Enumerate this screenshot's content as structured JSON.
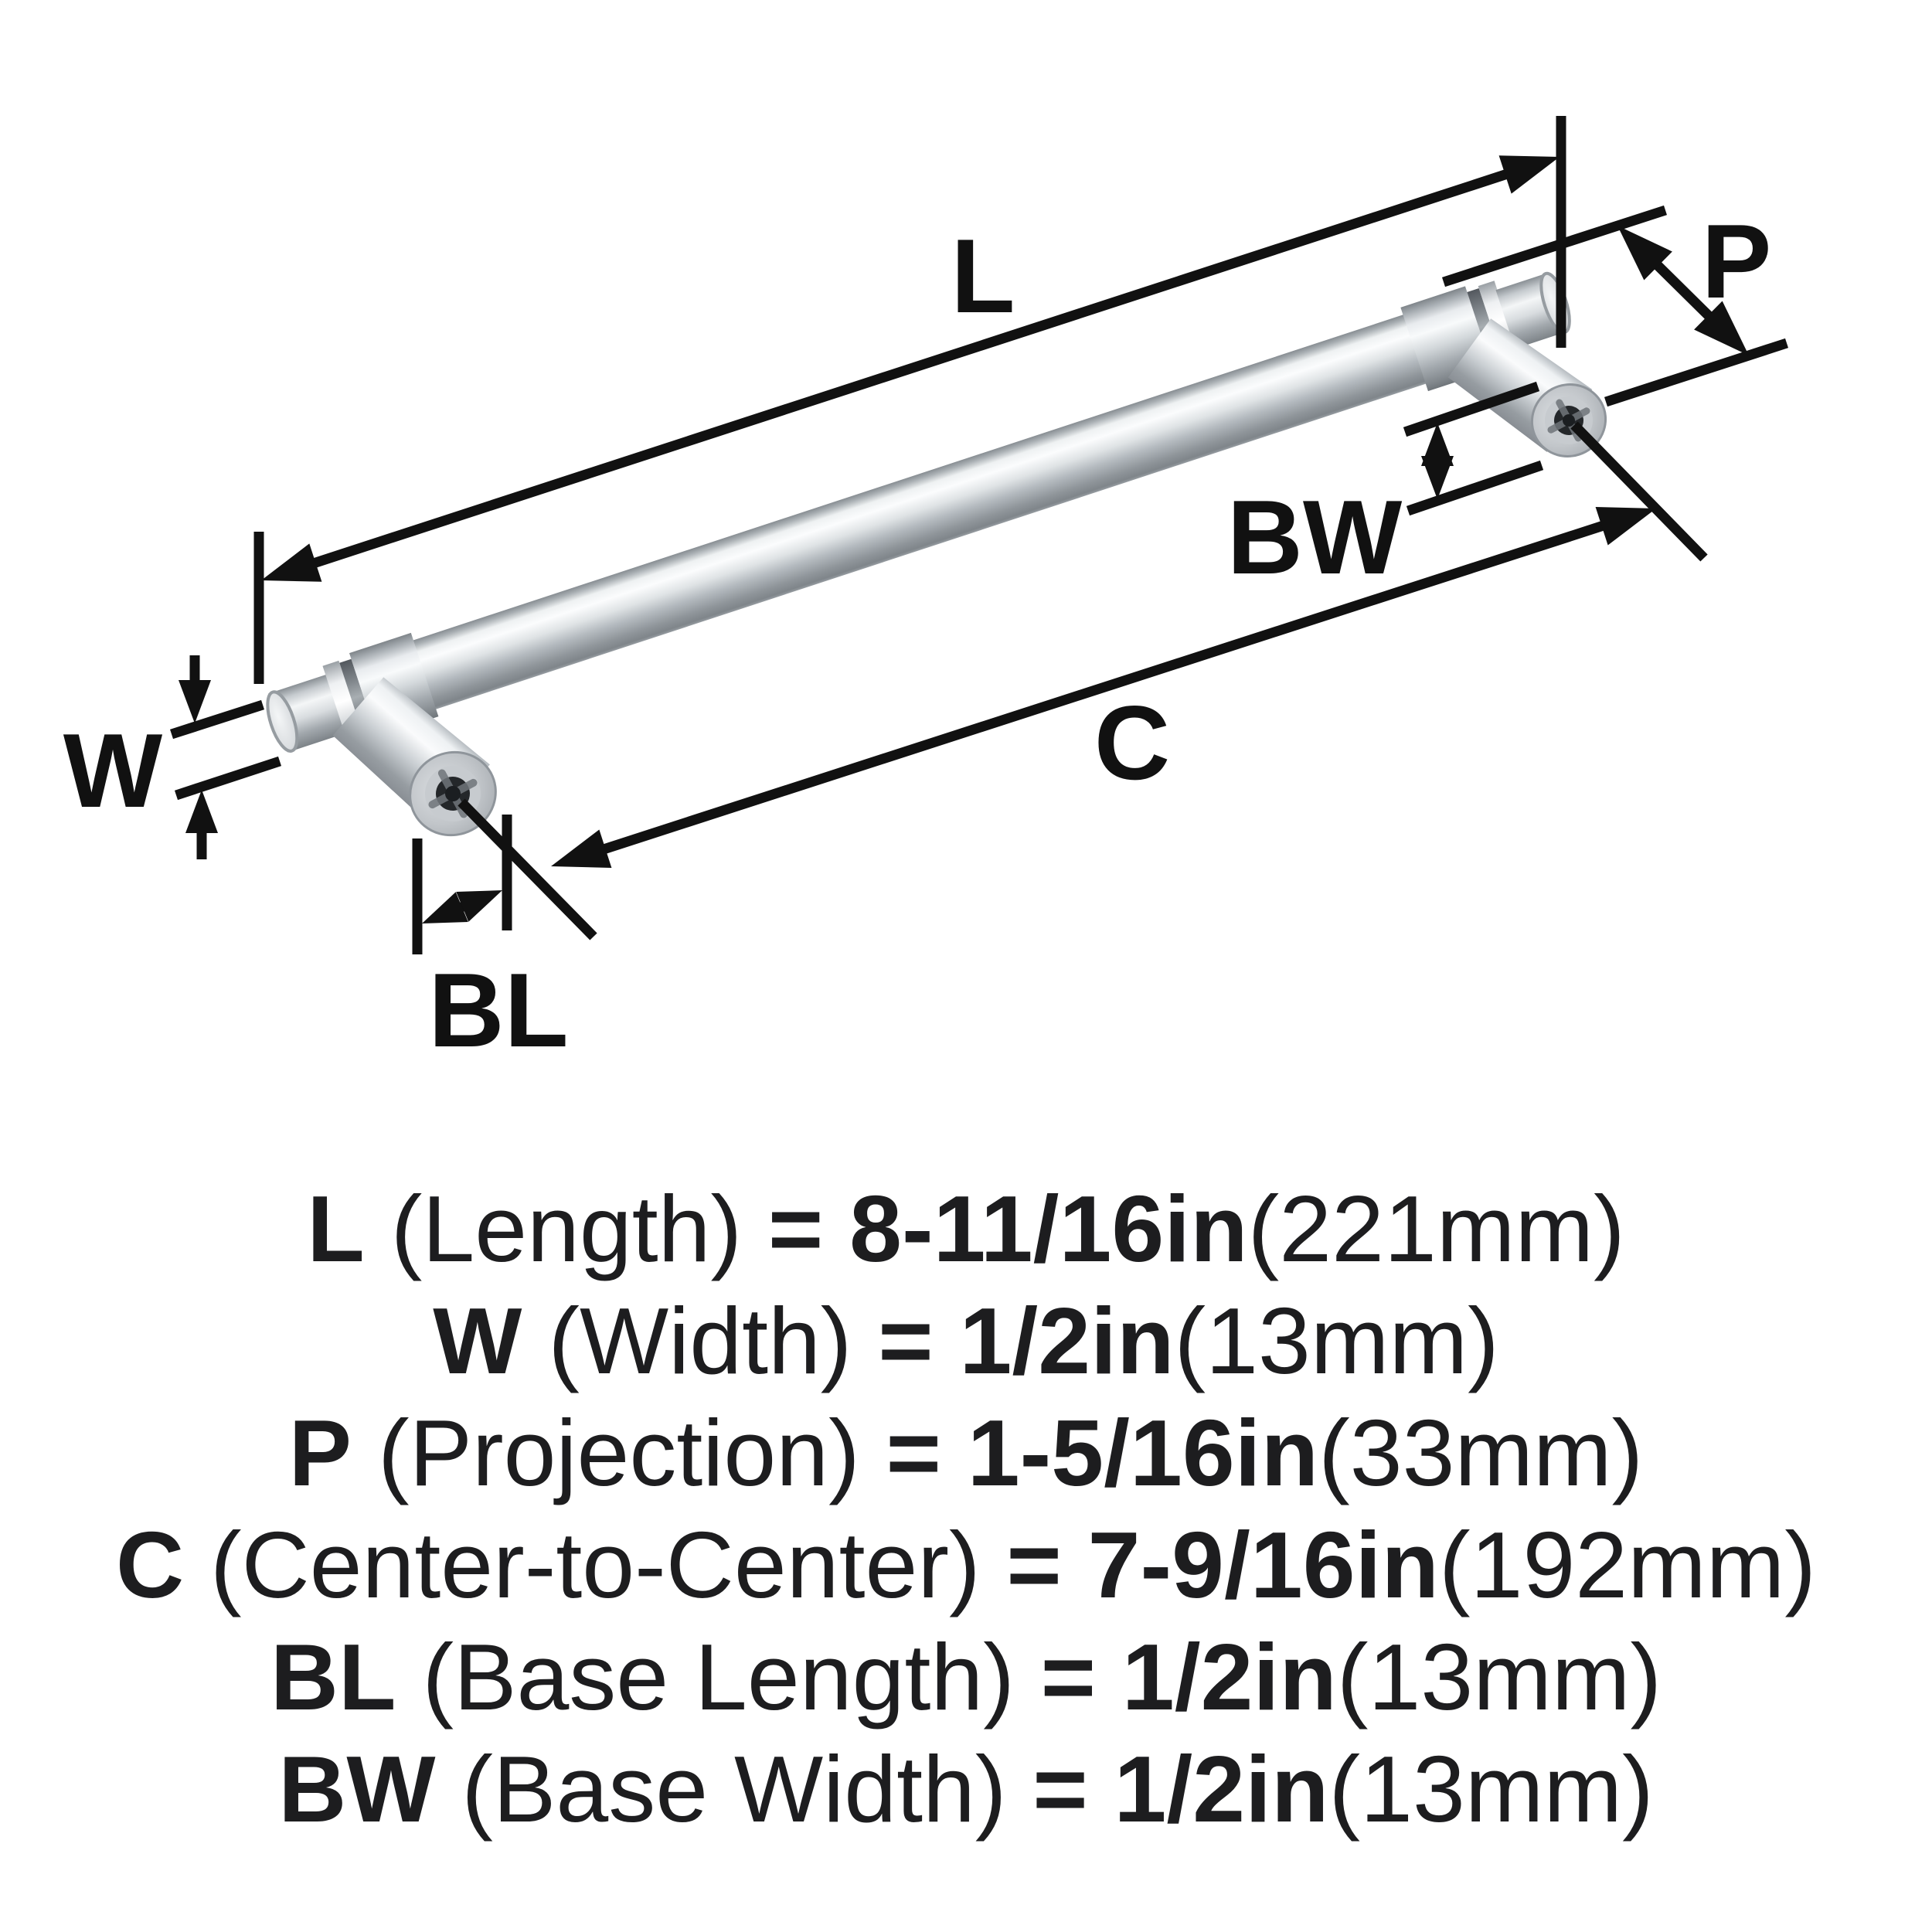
{
  "diagram": {
    "labels": {
      "L": "L",
      "C": "C",
      "W": "W",
      "P": "P",
      "BL": "BL",
      "BW": "BW"
    }
  },
  "legend": {
    "lines": [
      {
        "code": "L",
        "name": " (Length) ",
        "value": "= 8-11/16in",
        "metric": "(221mm)"
      },
      {
        "code": "W",
        "name": " (Width) ",
        "value": "= 1/2in",
        "metric": "(13mm)"
      },
      {
        "code": "P",
        "name": " (Projection) ",
        "value": "= 1-5/16in",
        "metric": "(33mm)"
      },
      {
        "code": "C",
        "name": " (Center-to-Center) ",
        "value": "= 7-9/16in",
        "metric": "(192mm)"
      },
      {
        "code": "BL",
        "name": " (Base Length) ",
        "value": "= 1/2in",
        "metric": "(13mm)"
      },
      {
        "code": "BW",
        "name": " (Base Width) ",
        "value": "= 1/2in",
        "metric": "(13mm)"
      }
    ]
  },
  "colors": {
    "annotation": "#111111",
    "metal_highlight": "#fbfcfd",
    "metal_mid": "#c3c8cc",
    "metal_dark": "#82888d",
    "screw_hole": "#24272a",
    "background": "#ffffff"
  }
}
